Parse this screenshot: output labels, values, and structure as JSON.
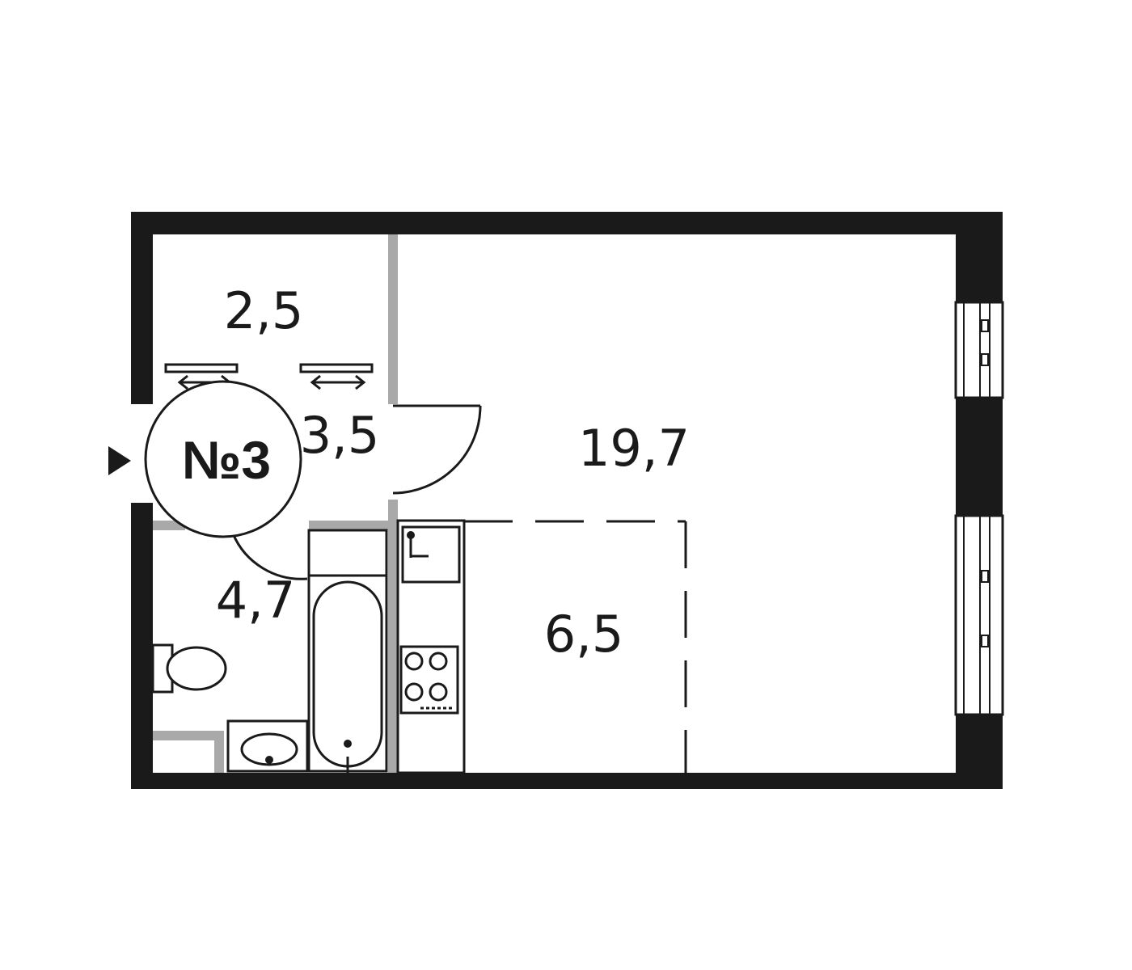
{
  "unit": {
    "label": "№3"
  },
  "rooms": {
    "storage": {
      "area": "2,5"
    },
    "hall": {
      "area": "3,5"
    },
    "living": {
      "area": "19,7"
    },
    "bathroom": {
      "area": "4,7"
    },
    "kitchen": {
      "area": "6,5"
    }
  },
  "colors": {
    "wall": "#1a1a1a",
    "partition": "#a9a9a9",
    "background": "#ffffff"
  },
  "icons": {
    "entrance": "entrance-arrow-icon",
    "sliding_door": "sliding-door-icon",
    "door": "door-swing-icon",
    "window": "window-icon",
    "toilet": "toilet-icon",
    "sink": "sink-icon",
    "bathtub": "bathtub-icon",
    "kitchen_sink": "kitchen-sink-icon",
    "stove": "stove-icon"
  }
}
